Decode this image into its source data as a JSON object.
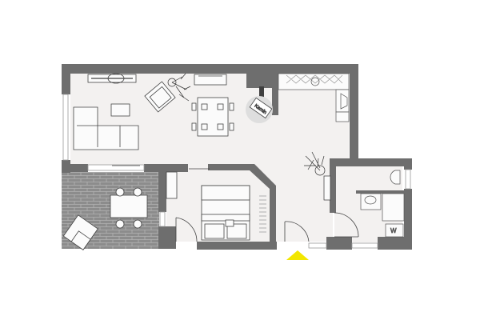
{
  "plan": {
    "type": "apartment floor plan",
    "colors": {
      "wall": "#6e6e6e",
      "floor": "#f3f1f0",
      "terrace": "#8a8a8a",
      "terrace_lines": "#b5b5b5",
      "furniture_line": "#444444",
      "fireplace_circle": "#d9d9d9",
      "entrance_marker": "#f2e600"
    },
    "labels": {
      "fireplace": "Kamin",
      "washer": "W"
    },
    "rooms": [
      {
        "name": "living-dining",
        "items": [
          "tv-sideboard",
          "armchair",
          "plant",
          "sideboard",
          "dining-table",
          "chairs",
          "coffee-table",
          "l-sofa",
          "fireplace"
        ]
      },
      {
        "name": "kitchen",
        "items": [
          "kitchen-counter",
          "stove"
        ]
      },
      {
        "name": "terrace",
        "items": [
          "outdoor-table",
          "outdoor-chairs",
          "sun-lounger"
        ]
      },
      {
        "name": "bedroom",
        "items": [
          "double-bed",
          "desk",
          "radiator"
        ]
      },
      {
        "name": "hallway",
        "items": [
          "plant",
          "shoe-rack"
        ]
      },
      {
        "name": "bathroom",
        "items": [
          "toilet",
          "sink",
          "shower",
          "washer"
        ]
      }
    ],
    "entrance": {
      "marker": "yellow triangle"
    }
  }
}
